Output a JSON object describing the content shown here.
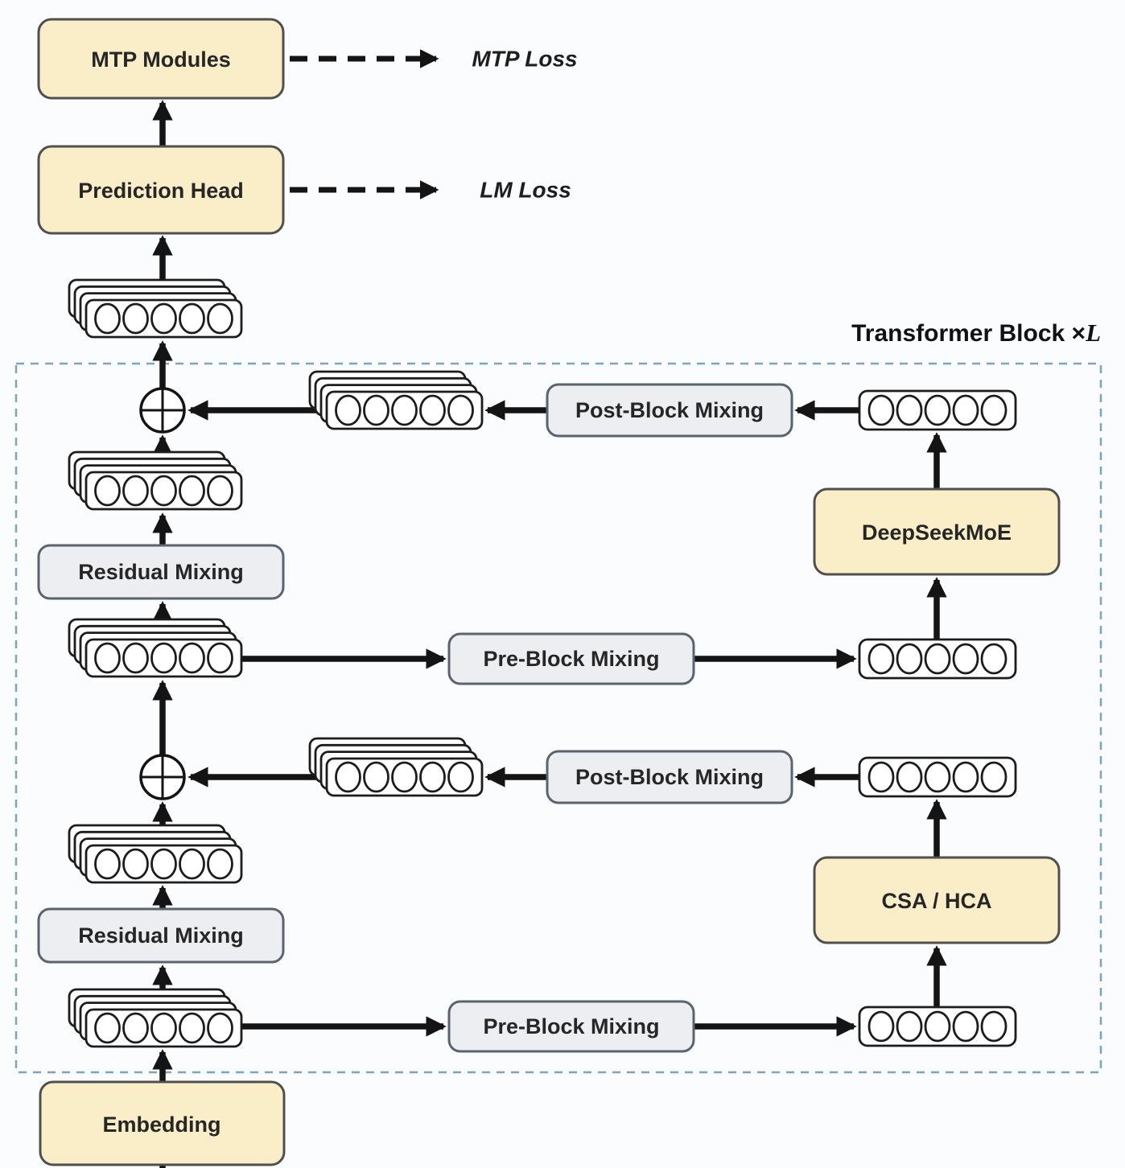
{
  "diagram": {
    "outer": {
      "mtp_modules": "MTP Modules",
      "prediction_head": "Prediction Head",
      "mtp_loss": "MTP Loss",
      "lm_loss": "LM Loss",
      "embedding": "Embedding"
    },
    "transformer_block": {
      "title": "Transformer Block ",
      "times_sign": "×",
      "repeat_var": "L",
      "post_block_mixing": "Post-Block Mixing",
      "pre_block_mixing": "Pre-Block Mixing",
      "residual_mixing": "Residual Mixing",
      "deepseekmoe": "DeepSeekMoE",
      "csa_hca": "CSA / HCA"
    },
    "colors": {
      "module_fill": "#FAEEC8",
      "module_border": "#4F4F4F",
      "mixing_fill": "#EDEEF1",
      "mixing_border": "#5A6370",
      "block_dash_border": "#7AA3C4",
      "arrow": "#141414"
    }
  }
}
